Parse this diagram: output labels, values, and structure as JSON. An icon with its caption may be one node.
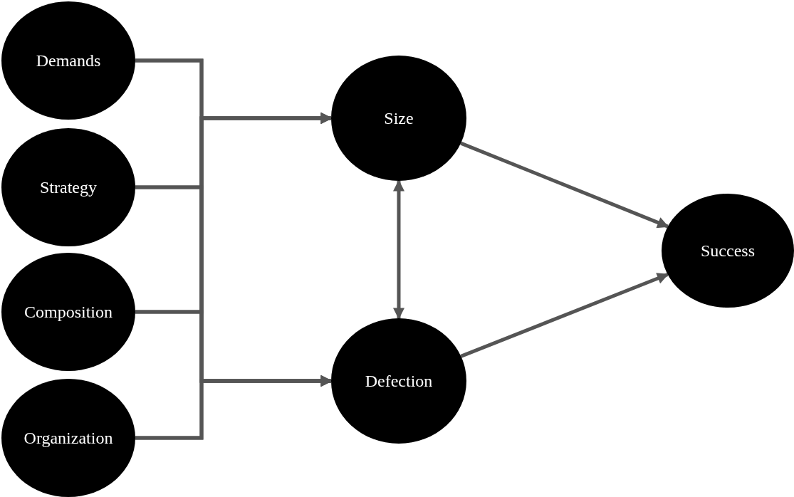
{
  "diagram": {
    "nodes": [
      {
        "text": [
          "Demands"
        ]
      },
      {
        "text": [
          "Strategy"
        ]
      },
      {
        "text": [
          "Composition"
        ]
      },
      {
        "text": [
          "Organization"
        ]
      },
      {
        "text": [
          "Size"
        ]
      },
      {
        "text": [
          "Defection"
        ]
      },
      {
        "text": [
          "Success"
        ]
      }
    ],
    "edges": [
      {
        "from": 0,
        "to": 4,
        "arrow": "to"
      },
      {
        "from": 1,
        "to": 4,
        "arrow": "to"
      },
      {
        "from": 2,
        "to": 4,
        "arrow": "to"
      },
      {
        "from": 3,
        "to": 4,
        "arrow": "to"
      },
      {
        "from": 0,
        "to": 5,
        "arrow": "to"
      },
      {
        "from": 1,
        "to": 5,
        "arrow": "to"
      },
      {
        "from": 2,
        "to": 5,
        "arrow": "to"
      },
      {
        "from": 3,
        "to": 5,
        "arrow": "to"
      },
      {
        "from": 4,
        "to": 5,
        "arrow": "both"
      },
      {
        "from": 4,
        "to": 6,
        "arrow": "to"
      },
      {
        "from": 5,
        "to": 6,
        "arrow": "to"
      }
    ]
  }
}
